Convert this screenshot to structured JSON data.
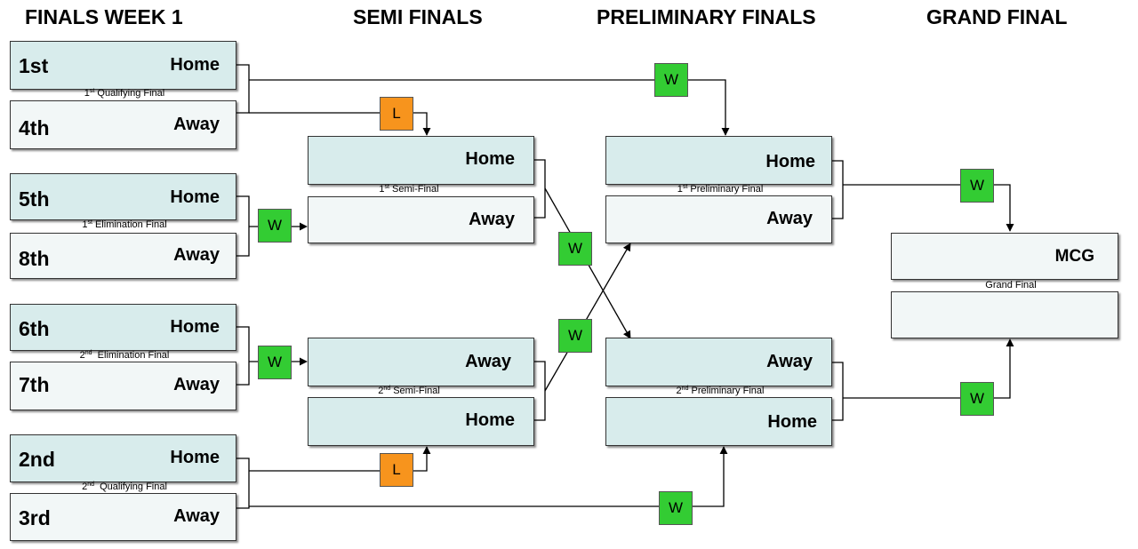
{
  "headers": {
    "week1": "FINALS WEEK 1",
    "semi": "SEMI FINALS",
    "prelim": "PRELIMINARY FINALS",
    "grand": "GRAND FINAL"
  },
  "week1": {
    "qf1": {
      "home_seed": "1st",
      "home_label": "Home",
      "away_seed": "4th",
      "away_label": "Away",
      "caption_num": "1",
      "caption_sup": "st",
      "caption_text": "Qualifying Final"
    },
    "ef1": {
      "home_seed": "5th",
      "home_label": "Home",
      "away_seed": "8th",
      "away_label": "Away",
      "caption_num": "1",
      "caption_sup": "st",
      "caption_text": "Elimination Final"
    },
    "ef2": {
      "home_seed": "6th",
      "home_label": "Home",
      "away_seed": "7th",
      "away_label": "Away",
      "caption_num": "2",
      "caption_sup": "nd",
      "caption_text": "Elimination Final"
    },
    "qf2": {
      "home_seed": "2nd",
      "home_label": "Home",
      "away_seed": "3rd",
      "away_label": "Away",
      "caption_num": "2",
      "caption_sup": "nd",
      "caption_text": "Qualifying Final"
    }
  },
  "semis": {
    "sf1": {
      "top_label": "Home",
      "bottom_label": "Away",
      "caption_num": "1",
      "caption_sup": "st",
      "caption_text": "Semi-Final"
    },
    "sf2": {
      "top_label": "Away",
      "bottom_label": "Home",
      "caption_num": "2",
      "caption_sup": "nd",
      "caption_text": "Semi-Final"
    }
  },
  "prelims": {
    "pf1": {
      "top_label": "Home",
      "bottom_label": "Away",
      "caption_num": "1",
      "caption_sup": "st",
      "caption_text": "Preliminary Final"
    },
    "pf2": {
      "top_label": "Away",
      "bottom_label": "Home",
      "caption_num": "2",
      "caption_sup": "nd",
      "caption_text": "Preliminary Final"
    }
  },
  "grand_final": {
    "venue": "MCG",
    "caption": "Grand Final"
  },
  "badges": {
    "win": "W",
    "loss": "L"
  },
  "colors": {
    "win": "#33cc33",
    "loss": "#f7941d",
    "box_teal": "#d8ecec",
    "box_pale": "#f2f7f7"
  }
}
